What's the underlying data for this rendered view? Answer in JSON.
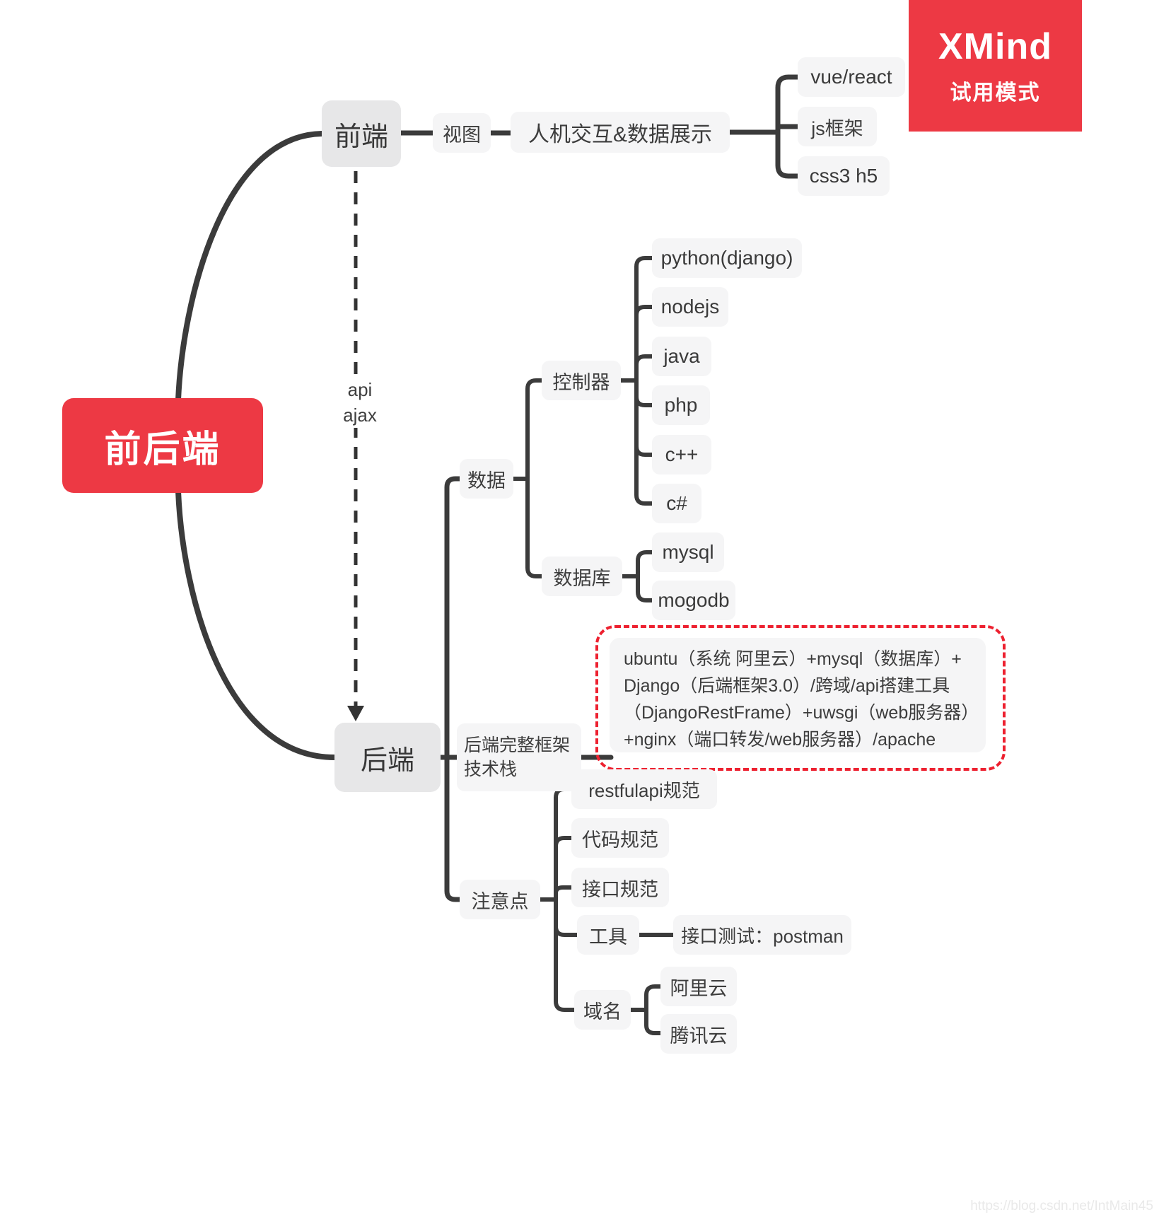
{
  "badge": {
    "brand": "XMind",
    "mode": "试用模式"
  },
  "root": {
    "label": "前后端"
  },
  "link": {
    "api": "api",
    "ajax": "ajax"
  },
  "frontend": {
    "label": "前端",
    "view": "视图",
    "display": "人机交互&数据展示",
    "children": [
      "vue/react",
      "js框架",
      "css3 h5"
    ]
  },
  "backend": {
    "label": "后端",
    "data": {
      "label": "数据",
      "controller": {
        "label": "控制器",
        "languages": [
          "python(django)",
          "nodejs",
          "java",
          "php",
          "c++",
          "c#"
        ]
      },
      "database": {
        "label": "数据库",
        "engines": [
          "mysql",
          "mogodb"
        ]
      }
    },
    "framework": {
      "label": "后端完整框架技术栈",
      "note": "ubuntu（系统 阿里云）+mysql（数据库）+Django（后端框架3.0）/跨域/api搭建工具（DjangoRestFrame）+uwsgi（web服务器）+nginx（端口转发/web服务器）/apache"
    },
    "notes": {
      "label": "注意点",
      "items": [
        "restfulapi规范",
        "代码规范",
        "接口规范"
      ],
      "tool": {
        "label": "工具",
        "child": "接口测试：postman"
      },
      "domain": {
        "label": "域名",
        "providers": [
          "阿里云",
          "腾讯云"
        ]
      }
    }
  },
  "watermark": "https://blog.csdn.net/IntMain45",
  "colors": {
    "accent_red": "#ED3944",
    "dashed_red": "#ED2130",
    "connector": "#3B3B3B",
    "node_bg": "#F5F5F6",
    "main_node_bg": "#E7E7E8"
  }
}
